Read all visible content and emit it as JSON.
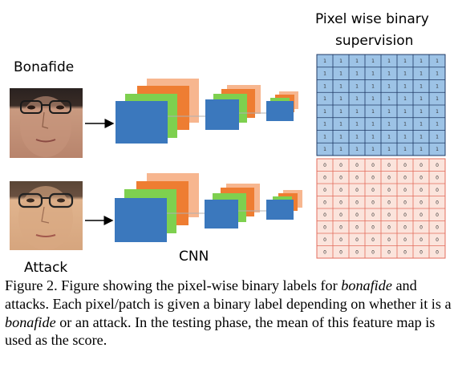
{
  "labels": {
    "bonafide": "Bonafide",
    "attack": "Attack",
    "cnn": "CNN",
    "supervision_line1": "Pixel wise binary",
    "supervision_line2": "supervision"
  },
  "grids": {
    "bonafide_value": "1",
    "attack_value": "0",
    "rows": 8,
    "cols": 8
  },
  "colors": {
    "block_blue": "#3b78bd",
    "block_green": "#7ed04f",
    "block_orange": "#ee7d32",
    "block_peach": "#f7b68f",
    "grid_blue_fill": "#9dc3e6",
    "grid_blue_line": "#1f3864",
    "grid_red_fill": "#fbe4dc",
    "grid_red_line": "#e36c5c"
  },
  "caption": {
    "part1": "Figure 2. Figure showing the pixel-wise binary labels for ",
    "italic1": "bonafide",
    "part2": " and attacks. Each pixel/patch is given a binary label depending on whether it is a ",
    "italic2": "bonafide",
    "part3": " or an attack. In the testing phase, the mean of this feature map is used as the score."
  }
}
